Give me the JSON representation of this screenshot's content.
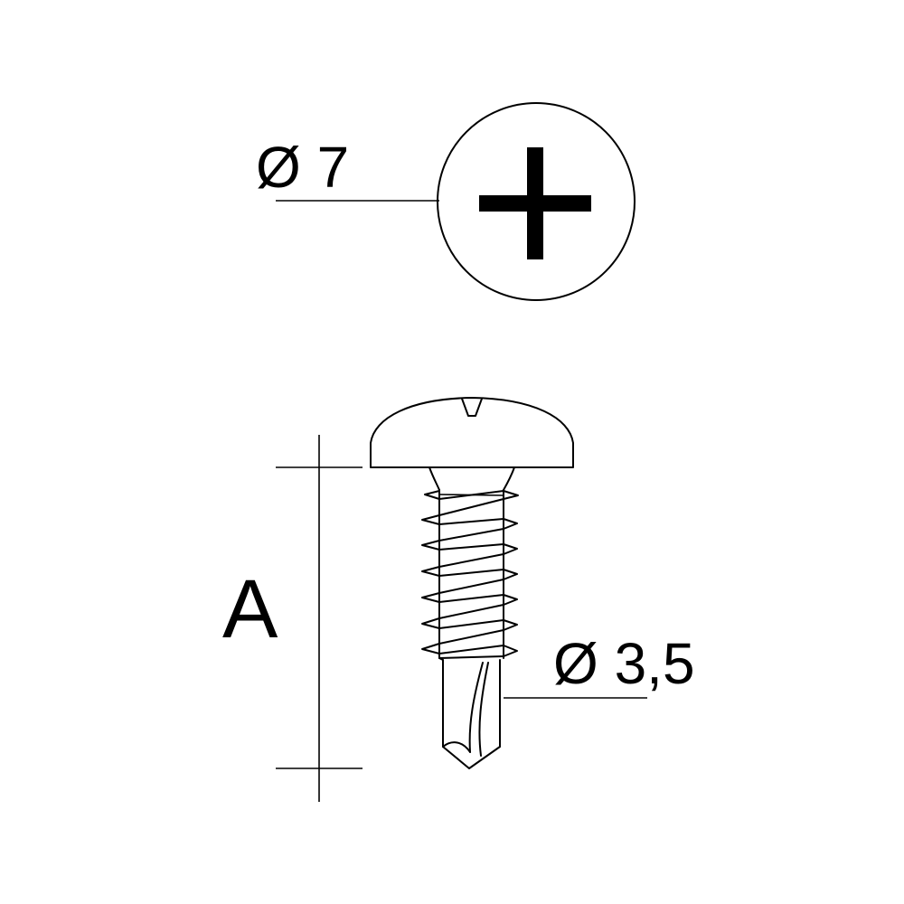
{
  "labels": {
    "head_diameter": "Ø 7",
    "length": "A",
    "thread_diameter": "Ø 3,5"
  },
  "drive": "phillips-cross",
  "colors": {
    "line": "#000000",
    "background": "#ffffff"
  }
}
